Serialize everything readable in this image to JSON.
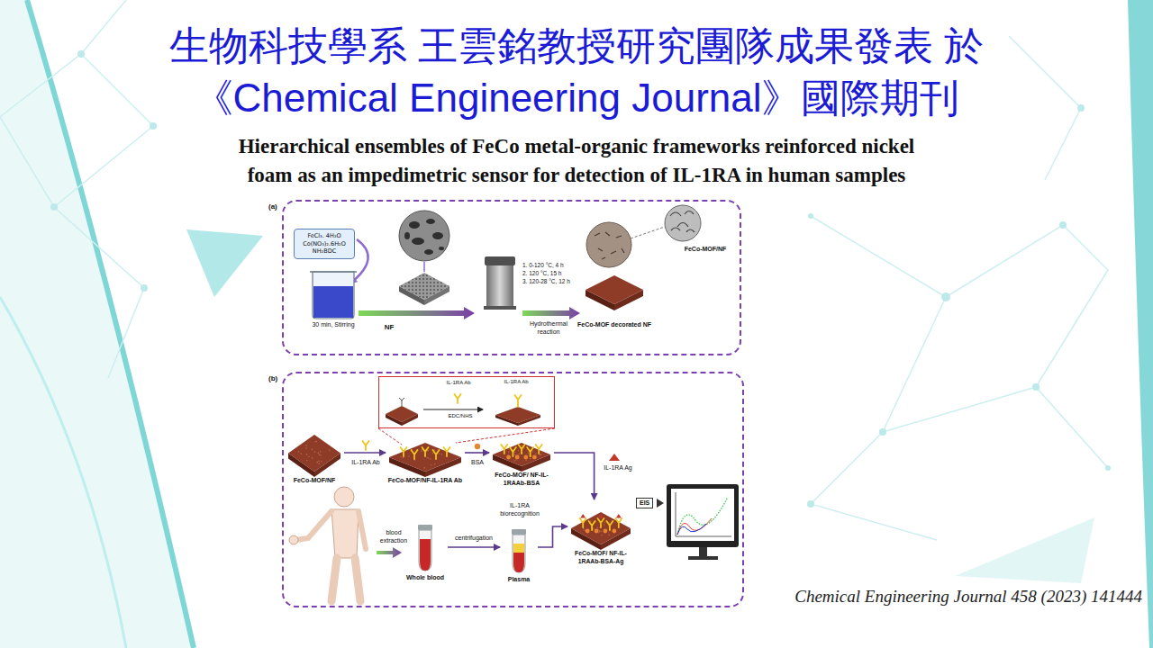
{
  "diagram": {
    "title": "生物科技學系 王雲銘教授研究團隊成果發表 於《Chemical Engineering Journal》國際期刊",
    "caption": "Chemical Engineering Journal 458 (2023) 141444",
    "nodes": [
      {
        "text": [
          "(a)"
        ]
      },
      {
        "text": [
          "FeCl₃. 4H₂O Co(NO₃)₂.6H₂O NH₂BDC"
        ],
        "in": 0
      },
      {
        "text": [
          "(b)"
        ]
      },
      {
        "text": [
          "IL-1RA Ab",
          "EDC/NHS",
          "IL-1RA Ab"
        ],
        "in": 2
      },
      {
        "text": [
          "FeCo-MOF/NF"
        ],
        "in": 2
      },
      {
        "text": [
          "FeCo-MOF/NF-IL-1RA Ab"
        ],
        "in": 2
      },
      {
        "text": [
          "FeCo-MOF/ NF-IL-1RAAb-BSA"
        ],
        "in": 2
      },
      {
        "text": [
          "FeCo-MOF/ NF-IL-1RAAb-BSA-Ag"
        ],
        "in": 2
      },
      {
        "text": [
          "EIS"
        ],
        "in": 2
      },
      {
        "text": [
          "Whole blood"
        ],
        "in": 2
      },
      {
        "text": [
          "Plasma"
        ],
        "in": 2
      }
    ],
    "edges": [
      {
        "from": 4,
        "to": 5,
        "arrow": "to",
        "label": "IL-1RA Ab"
      },
      {
        "from": 5,
        "to": 6,
        "arrow": "to",
        "label": "BSA"
      },
      {
        "from": 6,
        "to": 7,
        "arrow": "to",
        "label": "IL-1RA Ag"
      },
      {
        "from": 9,
        "to": 10,
        "arrow": "to",
        "label": "centrifugation"
      },
      {
        "from": 10,
        "to": 7,
        "arrow": "to",
        "label": "IL-1RA biorecognition"
      }
    ],
    "labels": [
      "Hierarchical ensembles of FeCo metal-organic frameworks reinforced nickel foam as an impedimetric sensor for detection of IL-1RA in human samples",
      "30 min, Stirring",
      "NF",
      "1. 0-120 °C, 4 h",
      "2. 120 °C, 15 h",
      "3. 120-28 °C, 12 h",
      "Hydrothermal reaction",
      "FeCo-MOF decorated NF",
      "FeCo-MOF/NF",
      "blood extraction"
    ]
  }
}
